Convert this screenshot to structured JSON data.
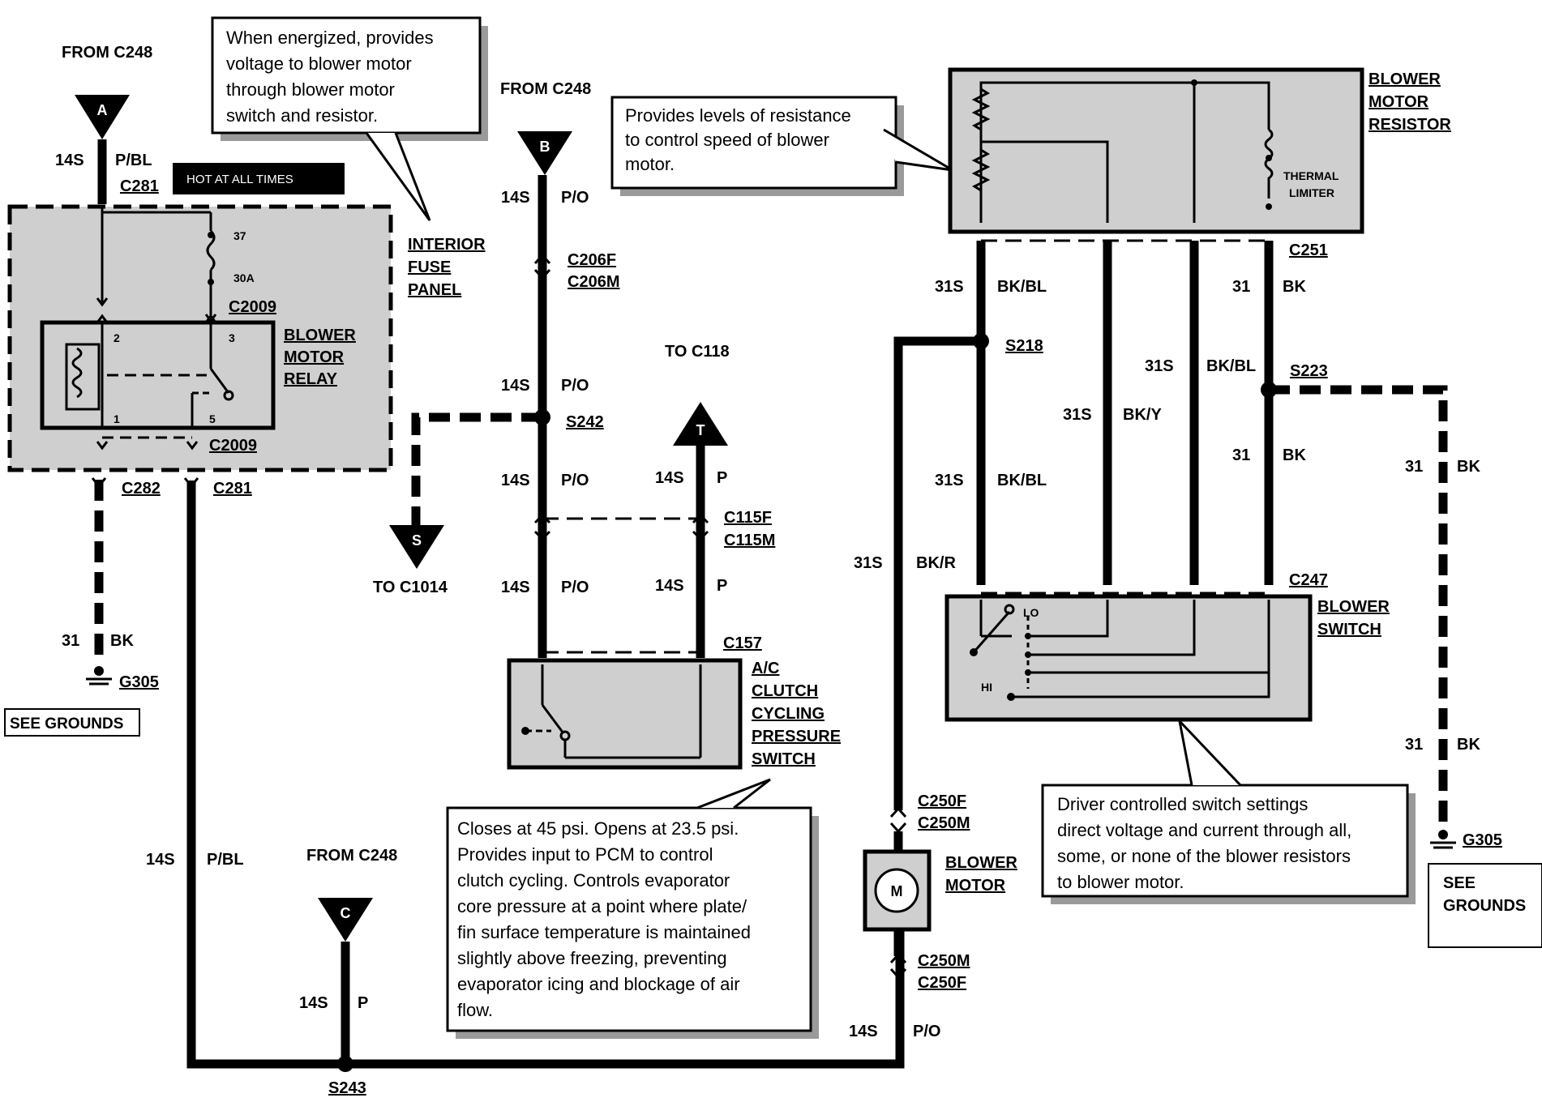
{
  "labels": {
    "from_c248_a": "FROM C248",
    "from_c248_b": "FROM C248",
    "from_c248_c": "FROM C248",
    "conn_a": "A",
    "conn_b": "B",
    "conn_c": "C",
    "conn_s": "S",
    "conn_t": "T",
    "hot_at_all_times": "HOT AT ALL TIMES",
    "interior_fuse_panel_1": "INTERIOR",
    "interior_fuse_panel_2": "FUSE",
    "interior_fuse_panel_3": "PANEL",
    "blower_motor_relay_1": "BLOWER",
    "blower_motor_relay_2": "MOTOR",
    "blower_motor_relay_3": "RELAY",
    "blower_motor_resistor_1": "BLOWER",
    "blower_motor_resistor_2": "MOTOR",
    "blower_motor_resistor_3": "RESISTOR",
    "thermal_limiter_1": "THERMAL",
    "thermal_limiter_2": "LIMITER",
    "blower_switch_1": "BLOWER",
    "blower_switch_2": "SWITCH",
    "blower_motor_1": "BLOWER",
    "blower_motor_2": "MOTOR",
    "ac_switch_1": "A/C",
    "ac_switch_2": "CLUTCH",
    "ac_switch_3": "CYCLING",
    "ac_switch_4": "PRESSURE",
    "ac_switch_5": "SWITCH",
    "to_c118": "TO C118",
    "to_c1014": "TO C1014",
    "see_grounds_left": "SEE GROUNDS",
    "see_grounds_right_1": "SEE",
    "see_grounds_right_2": "GROUNDS",
    "motor_m": "M",
    "lo": "LO",
    "hi": "HI",
    "fuse_37": "37",
    "fuse_30a": "30A",
    "pin_2": "2",
    "pin_3": "3",
    "pin_1": "1",
    "pin_5": "5"
  },
  "connectors": {
    "c281_top": "C281",
    "c2009_top": "C2009",
    "c2009_bottom": "C2009",
    "c282": "C282",
    "c281_bottom": "C281",
    "c206f": "C206F",
    "c206m": "C206M",
    "c115f": "C115F",
    "c115m": "C115M",
    "c157": "C157",
    "c251": "C251",
    "c247": "C247",
    "c250f_top": "C250F",
    "c250m_top": "C250M",
    "c250m_bot": "C250M",
    "c250f_bot": "C250F",
    "s242": "S242",
    "s218": "S218",
    "s223": "S223",
    "s243": "S243",
    "g305_left": "G305",
    "g305_right": "G305"
  },
  "wires": {
    "a_gauge": "14S",
    "a_color": "P/BL",
    "b_gauge": "14S",
    "b_color": "P/O",
    "b2_gauge": "14S",
    "b2_color": "P/O",
    "b3_gauge": "14S",
    "b3_color": "P/O",
    "b4_gauge": "14S",
    "b4_color": "P/O",
    "t1_gauge": "14S",
    "t1_color": "P",
    "t2_gauge": "14S",
    "t2_color": "P",
    "g_left_gauge": "31",
    "g_left_color": "BK",
    "pbl_gauge": "14S",
    "pbl_color": "P/BL",
    "c_gauge": "14S",
    "c_color": "P",
    "po_bot_gauge": "14S",
    "po_bot_color": "P/O",
    "bkr_gauge": "31S",
    "bkr_color": "BK/R",
    "r1_gauge": "31S",
    "r1_color": "BK/BL",
    "r1b_gauge": "31S",
    "r1b_color": "BK/BL",
    "r2_gauge": "31S",
    "r2_color": "BK/Y",
    "r3_gauge": "31S",
    "r3_color": "BK/BL",
    "r4_gauge": "31",
    "r4_color": "BK",
    "r4b_gauge": "31",
    "r4b_color": "BK",
    "gr_gauge": "31",
    "gr_color": "BK",
    "gr2_gauge": "31",
    "gr2_color": "BK"
  },
  "notes": {
    "relay_note": [
      "When energized, provides",
      "voltage to blower motor",
      "through  blower motor",
      "switch and resistor."
    ],
    "resistor_note": [
      "Provides levels of resistance",
      "to control speed of blower",
      "motor."
    ],
    "ac_note": [
      "Closes at 45 psi. Opens at 23.5 psi.",
      "Provides input to PCM to control",
      "clutch cycling. Controls evaporator",
      "core pressure at a point where plate/",
      "fin surface temperature is maintained",
      "slightly above freezing, preventing",
      "evaporator icing and blockage of air",
      "flow."
    ],
    "switch_note": [
      "Driver controlled switch settings",
      "direct voltage and current through all,",
      "some, or none of the blower resistors",
      "to blower motor."
    ]
  }
}
